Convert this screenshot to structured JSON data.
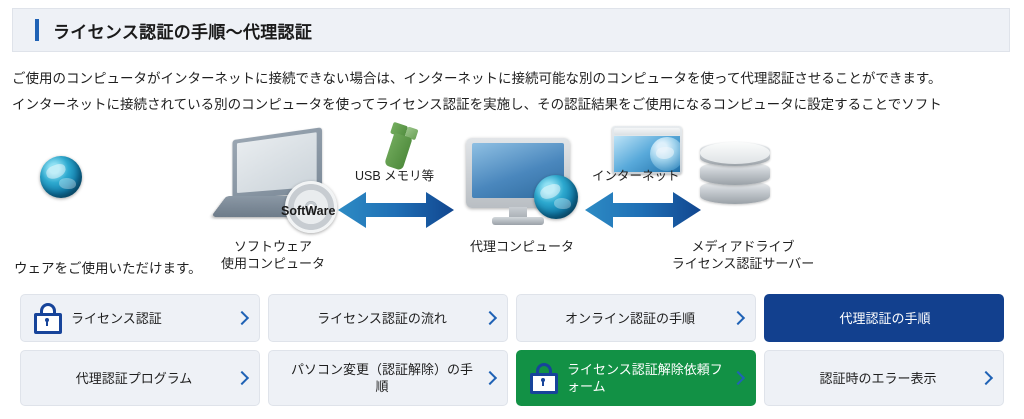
{
  "header": {
    "title": "ライセンス認証の手順～代理認証",
    "accent_color": "#1f62b5",
    "background_color": "#eef1f6"
  },
  "intro": {
    "line1": "ご使用のコンピュータがインターネットに接続できない場合は、インターネットに接続可能な別のコンピュータを使って代理認証させることができます。",
    "line2": "インターネットに接続されている別のコンピュータを使ってライセンス認証を実施し、その認証結果をご使用になるコンピュータに設定することでソフト",
    "line3": "ウェアをご使用いただけます。"
  },
  "diagram": {
    "software_disc_label": "SoftWare",
    "usb_label": "USB メモリ等",
    "internet_label": "インターネット",
    "captions": {
      "source_computer_line1": "ソフトウェア",
      "source_computer_line2": "使用コンピュータ",
      "proxy_computer": "代理コンピュータ",
      "server_line1": "メディアドライブ",
      "server_line2": "ライセンス認証サーバー"
    },
    "arrow_color": "#1f6fb5"
  },
  "buttons": {
    "rows": [
      [
        {
          "label": "ライセンス認証",
          "icon": "lock-icon",
          "chevron": true,
          "state": "default"
        },
        {
          "label": "ライセンス認証の流れ",
          "icon": null,
          "chevron": true,
          "state": "default"
        },
        {
          "label": "オンライン認証の手順",
          "icon": null,
          "chevron": true,
          "state": "default"
        },
        {
          "label": "代理認証の手順",
          "icon": null,
          "chevron": false,
          "state": "active"
        }
      ],
      [
        {
          "label": "代理認証プログラム",
          "icon": null,
          "chevron": true,
          "state": "default"
        },
        {
          "label": "パソコン変更（認証解除）の手順",
          "icon": null,
          "chevron": true,
          "state": "default"
        },
        {
          "label": "ライセンス認証解除依頼フォーム",
          "icon": "lock-icon",
          "chevron": true,
          "state": "green"
        },
        {
          "label": "認証時のエラー表示",
          "icon": null,
          "chevron": true,
          "state": "default"
        }
      ]
    ],
    "colors": {
      "default_background": "#eef1f6",
      "active_background": "#12408e",
      "green_background": "#129145",
      "chevron_color": "#1f62b5",
      "lock_color": "#17449a"
    }
  }
}
